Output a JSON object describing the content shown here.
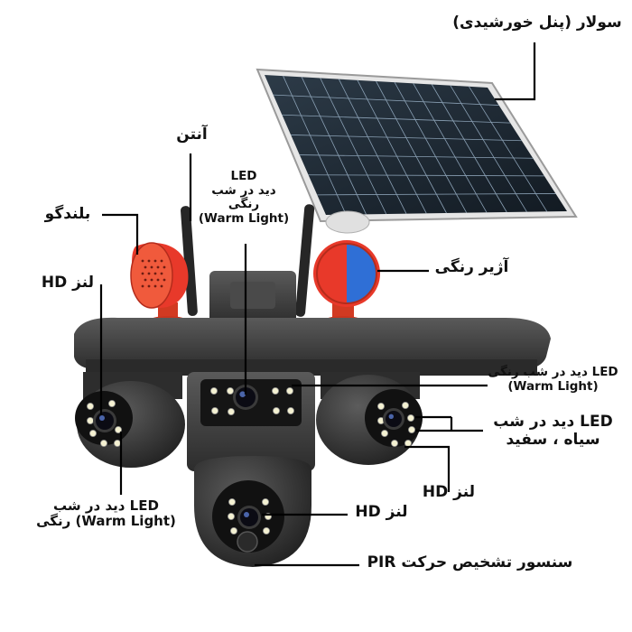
{
  "labels": {
    "solar": "سولار (پنل خورشیدی)",
    "antenna": "آنتن",
    "speaker": "بلندگو",
    "siren": "آژیر رنگی",
    "lens_left": "لنز HD",
    "led_top": {
      "line1": "LED",
      "line2": "دید در شب",
      "line3": "رنگی",
      "line4": "(Warm Light)"
    },
    "led_right": {
      "line1": "LED دید در شب رنگی",
      "line2": "(Warm Light)"
    },
    "led_bw": {
      "line1": "LED دید در شب",
      "line2": "سیاه ، سفید"
    },
    "lens_right": "لنز HD",
    "led_bottom_left": {
      "line1": "LED دید در شب",
      "line2": "(Warm Light) رنگی"
    },
    "lens_bottom": "لنز HD",
    "pir": "سنسور تشخیص حرکت PIR"
  },
  "colors": {
    "body": "#3a3a3a",
    "body_light": "#555555",
    "siren_red": "#e8392a",
    "siren_blue": "#2f6fd6",
    "panel": "#1b2733",
    "panel_frame": "#d9d9d9",
    "led": "#f4f1d2",
    "line": "#000000"
  }
}
